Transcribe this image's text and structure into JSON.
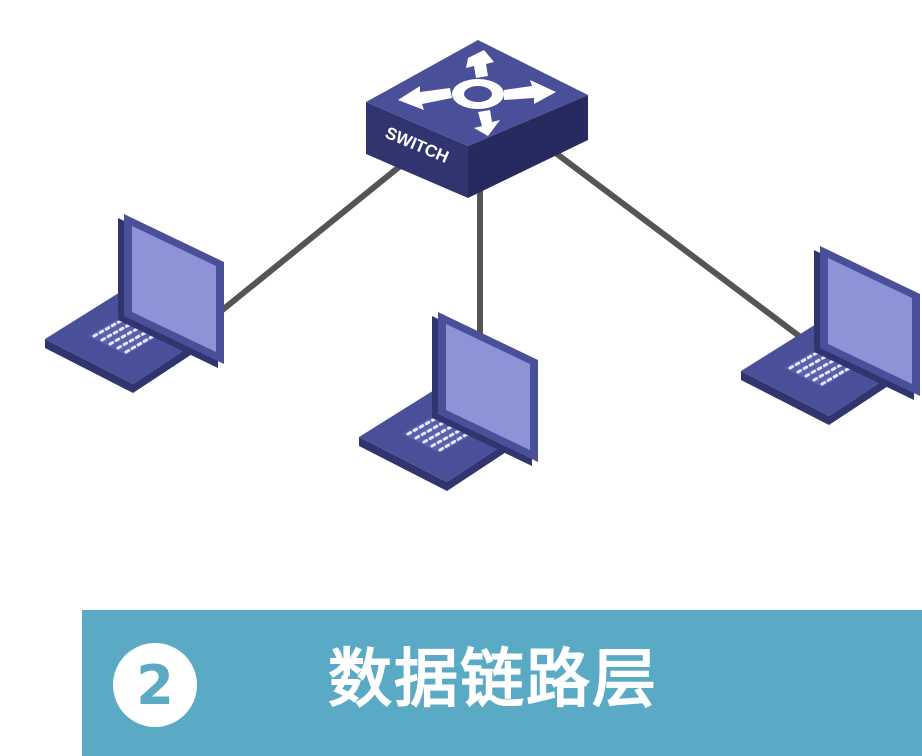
{
  "switch": {
    "label": "SWITCH"
  },
  "banner": {
    "step_number": "2",
    "title": "数据链路层",
    "color": "#5aaac6"
  },
  "colors": {
    "device_top": "#4a4f9a",
    "device_side": "#30346f",
    "screen": "#8d93d6",
    "cable": "#555555"
  },
  "icons": [
    "switch-icon",
    "laptop-icon",
    "network-arrows-icon"
  ]
}
